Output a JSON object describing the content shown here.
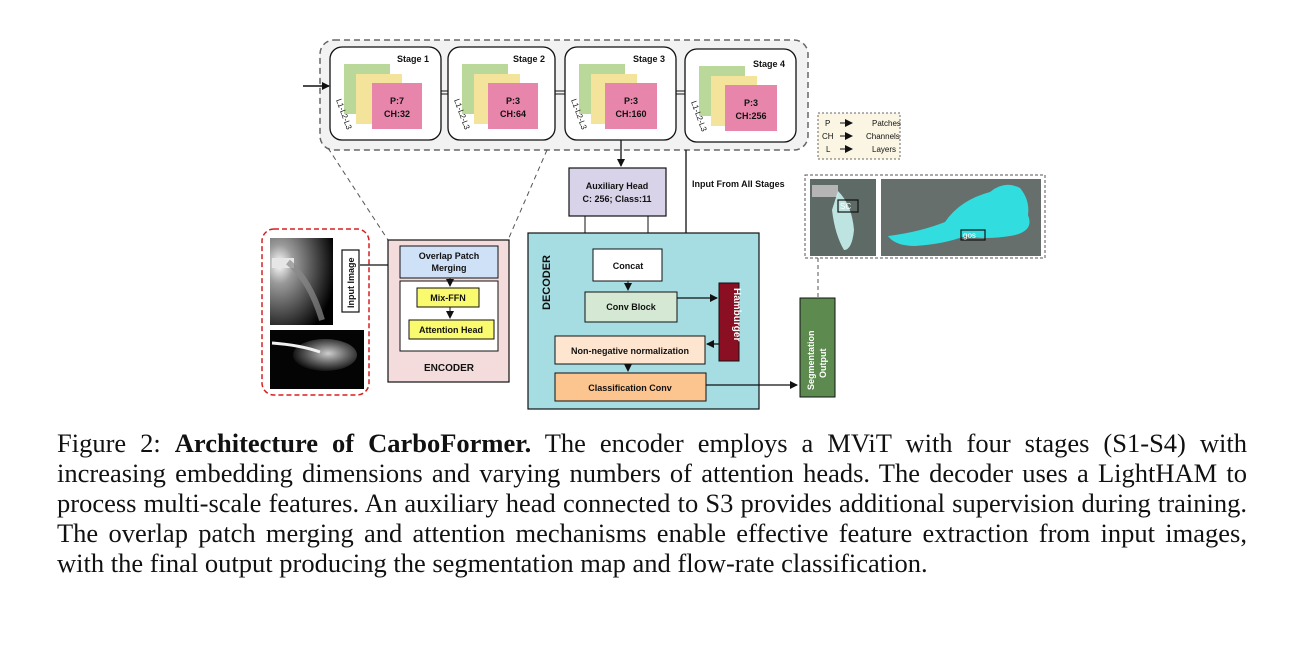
{
  "stages": [
    {
      "title": "Stage 1",
      "layers": "L1-L2-L3",
      "patches": "P:7",
      "channels": "CH:32"
    },
    {
      "title": "Stage 2",
      "layers": "L1-L2-L3",
      "patches": "P:3",
      "channels": "CH:64"
    },
    {
      "title": "Stage 3",
      "layers": "L1-L2-L3",
      "patches": "P:3",
      "channels": "CH:160"
    },
    {
      "title": "Stage 4",
      "layers": "L1-L2-L3",
      "patches": "P:3",
      "channels": "CH:256"
    }
  ],
  "legend": [
    {
      "key": "P",
      "value": "Patches"
    },
    {
      "key": "CH",
      "value": "Channels"
    },
    {
      "key": "L",
      "value": "Layers"
    }
  ],
  "auxiliary_head": {
    "line1": "Auxiliary Head",
    "line2": "C: 256; Class:11"
  },
  "input_from_all_stages": "Input From All Stages",
  "input_image_label": "Input Image",
  "encoder": {
    "title": "ENCODER",
    "overlap_line1": "Overlap Patch",
    "overlap_line2": "Merging",
    "mix_ffn": "Mix-FFN",
    "attention_head": "Attention Head"
  },
  "decoder": {
    "title": "DECODER",
    "concat": "Concat",
    "conv_block": "Conv Block",
    "hamburger": "Hamburger",
    "non_negative": "Non-negative normalization",
    "classification_conv": "Classification Conv"
  },
  "segmentation_output": {
    "line1": "Segmentation",
    "line2": "Output"
  },
  "output_images": {
    "label_small": "SC",
    "label_large": "gos"
  },
  "caption": {
    "prefix": "Figure 2: ",
    "title": "Architecture of CarboFormer.",
    "body": " The encoder employs a MViT with four stages (S1-S4) with increasing embedding dimensions and varying numbers of attention heads. The decoder uses a LightHAM to process multi-scale features. An auxiliary head connected to S3 provides additional supervision during training. The overlap patch merging and attention mechanisms enable effective feature extraction from input images, with the final output producing the segmentation map and flow-rate classification."
  }
}
